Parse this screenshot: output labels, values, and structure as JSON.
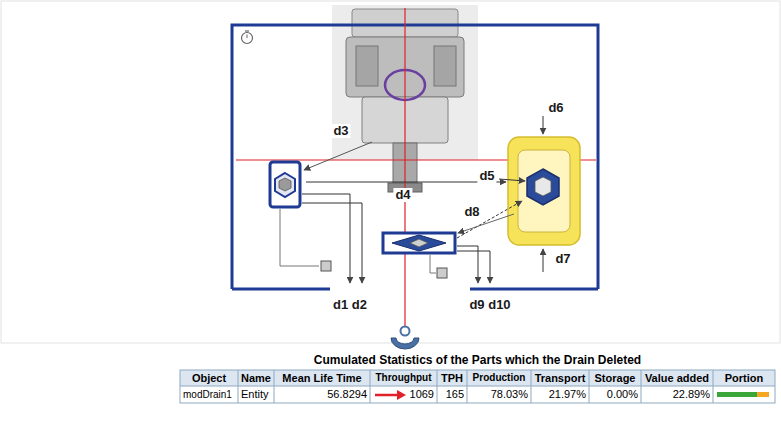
{
  "diagram": {
    "caption": "Cumulated Statistics of the Parts which the Drain Deleted",
    "labels": [
      "d6",
      "d3",
      "d5",
      "d4",
      "d8",
      "d7",
      "d1 d2",
      "d9 d10",
      "Object",
      "Name",
      "Mean Life Time",
      "Throughput",
      "TPH",
      "Production",
      "Transport",
      "Storage",
      "Value added",
      "Portion",
      "modDrain1",
      "Entity",
      "56.8294",
      "1069",
      "165",
      "78.03%",
      "21.97%",
      "0.00%",
      "22.89%"
    ]
  }
}
